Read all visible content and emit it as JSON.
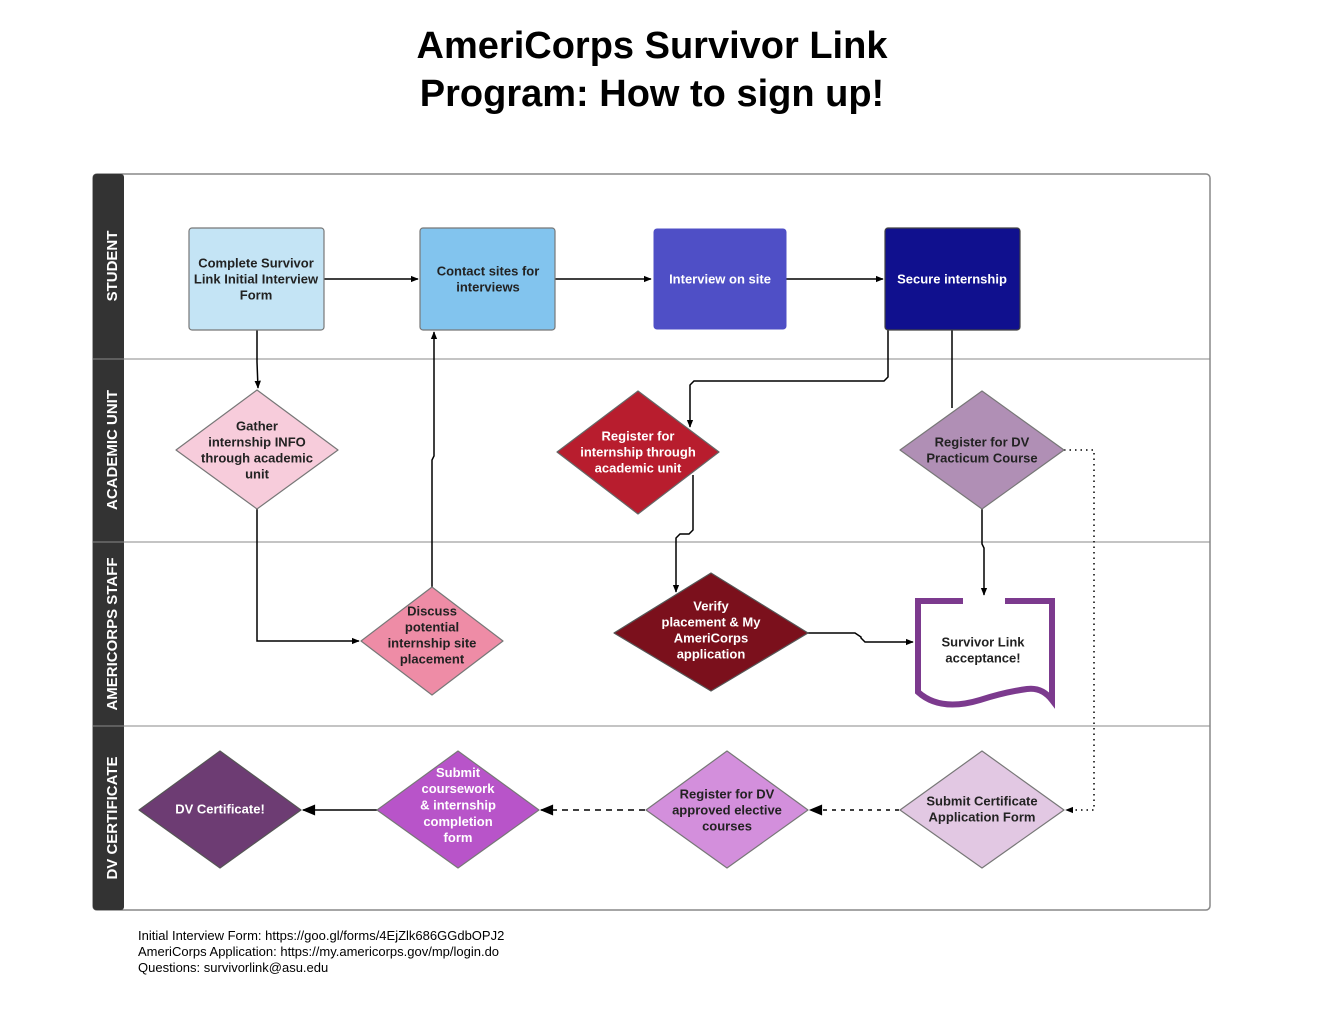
{
  "title": {
    "line1": "AmeriCorps Survivor Link",
    "line2": "Program: How to sign up!"
  },
  "lanes": [
    "STUDENT",
    "ACADEMIC UNIT",
    "AMERICORPS STAFF",
    "DV CERTIFICATE"
  ],
  "nodes": {
    "complete_form": {
      "lines": [
        "Complete Survivor",
        "Link Initial Interview",
        "Form"
      ],
      "fill": "#c4e4f5",
      "text": "#222222"
    },
    "contact_sites": {
      "lines": [
        "Contact sites for",
        "interviews"
      ],
      "fill": "#82c4ee",
      "text": "#222222"
    },
    "interview_site": {
      "lines": [
        "Interview on site"
      ],
      "fill": "#4f4fc6",
      "text": "#ffffff"
    },
    "secure_internship": {
      "lines": [
        "Secure internship"
      ],
      "fill": "#10108e",
      "text": "#ffffff"
    },
    "gather_info": {
      "lines": [
        "Gather",
        "internship INFO",
        "through academic",
        "unit"
      ],
      "fill": "#f7ccdb",
      "text": "#222222"
    },
    "register_academic": {
      "lines": [
        "Register for",
        "internship through",
        "academic unit"
      ],
      "fill": "#b81d2e",
      "text": "#ffffff"
    },
    "register_practicum": {
      "lines": [
        "Register for DV",
        "Practicum Course"
      ],
      "fill": "#b08fb5",
      "text": "#222222"
    },
    "discuss_placement": {
      "lines": [
        "Discuss",
        "potential",
        "internship site",
        "placement"
      ],
      "fill": "#ee8ca6",
      "text": "#222222"
    },
    "verify_placement": {
      "lines": [
        "Verify",
        "placement & My",
        "AmeriCorps",
        "application"
      ],
      "fill": "#7b101c",
      "text": "#ffffff"
    },
    "acceptance": {
      "lines": [
        "Survivor Link",
        "acceptance!"
      ],
      "stroke": "#7c3a8e",
      "text": "#222222"
    },
    "dv_certificate": {
      "lines": [
        "DV Certificate!"
      ],
      "fill": "#6d3c73",
      "text": "#ffffff"
    },
    "submit_coursework": {
      "lines": [
        "Submit",
        "coursework",
        "& internship",
        "completion",
        "form"
      ],
      "fill": "#b854c9",
      "text": "#ffffff"
    },
    "register_elective": {
      "lines": [
        "Register for DV",
        "approved elective",
        "courses"
      ],
      "fill": "#d38fdc",
      "text": "#222222"
    },
    "submit_application": {
      "lines": [
        "Submit Certificate",
        "Application Form"
      ],
      "fill": "#e2c8e3",
      "text": "#222222"
    }
  },
  "footer": {
    "line1": "Initial Interview Form: https://goo.gl/forms/4EjZlk686GGdbOPJ2",
    "line2": "AmeriCorps Application: https://my.americorps.gov/mp/login.do",
    "line3": "Questions: survivorlink@asu.edu"
  },
  "colors": {
    "lane_band": "#333333",
    "border": "#888888",
    "connector": "#000000"
  }
}
